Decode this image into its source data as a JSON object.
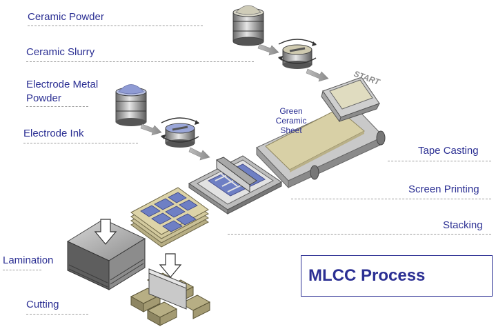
{
  "labels": {
    "ceramic_powder": "Ceramic Powder",
    "ceramic_slurry": "Ceramic Slurry",
    "electrode_metal_powder_1": "Electrode Metal",
    "electrode_metal_powder_2": "Powder",
    "electrode_ink": "Electrode Ink",
    "lamination": "Lamination",
    "cutting": "Cutting",
    "tape_casting": "Tape Casting",
    "screen_printing": "Screen Printing",
    "stacking": "Stacking",
    "start": "START",
    "green_sheet_1": "Green",
    "green_sheet_2": "Ceramic",
    "green_sheet_3": "Sheet"
  },
  "title": "MLCC Process",
  "colors": {
    "label_blue": "#2b2f93",
    "dash_gray": "#9a9a9a",
    "sheet_tan": "#d8d0a6",
    "electrode_blue": "#6e7fc4"
  }
}
